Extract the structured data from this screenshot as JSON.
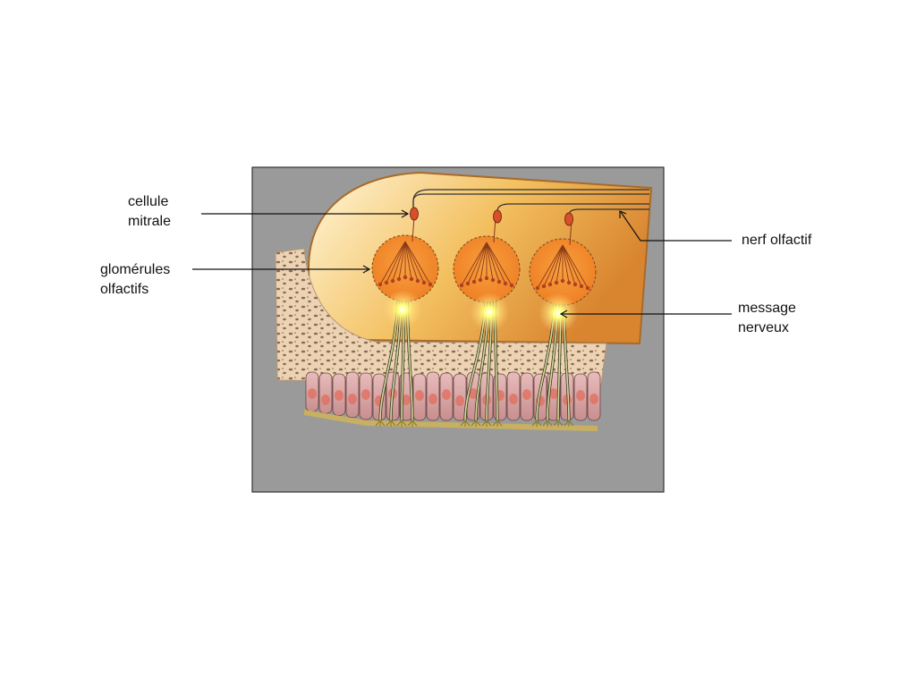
{
  "labels": {
    "mitral": {
      "line1": "cellule",
      "line2": "mitrale"
    },
    "glomeruli": {
      "line1": "glomérules",
      "line2": "olfactifs"
    },
    "nerve": {
      "line1": "nerf olfactif"
    },
    "message": {
      "line1": "message",
      "line2": "nerveux"
    }
  },
  "colors": {
    "panel": "#9a9a9a",
    "bulb_light": "#fff3cf",
    "bulb_dark": "#d88a2e",
    "glomerulus": "#f28a2a",
    "cell_body": "#d8502a",
    "bone": "#ecd2b0",
    "epithelium": "#d9aaa8",
    "signal": "#ffff66"
  }
}
